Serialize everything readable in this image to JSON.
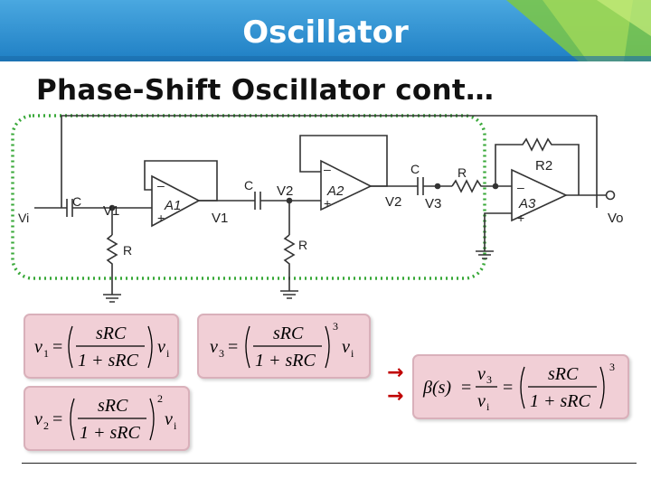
{
  "header": {
    "title": "Oscillator"
  },
  "subtitle": "Phase-Shift Oscillator cont…",
  "circuit": {
    "vi": "Vi",
    "c1": "C",
    "c2": "C",
    "c3": "C",
    "r1": "R",
    "r2": "R",
    "r3": "R",
    "rf": "R2",
    "v1a": "V1",
    "v1b": "V1",
    "v2a": "V2",
    "v2b": "V2",
    "v3": "V3",
    "vo": "Vo",
    "a1": "A1",
    "a2": "A2",
    "a3": "A3",
    "minus": "–",
    "plus": "+"
  },
  "equations": {
    "eq1": {
      "lhs": "v",
      "lhs_sub": "1",
      "num": "sRC",
      "den": "1 + sRC",
      "rhs": "v",
      "rhs_sub": "i",
      "power": ""
    },
    "eq2": {
      "lhs": "v",
      "lhs_sub": "2",
      "num": "sRC",
      "den": "1 + sRC",
      "rhs": "v",
      "rhs_sub": "i",
      "power": "2"
    },
    "eq3": {
      "lhs": "v",
      "lhs_sub": "3",
      "num": "sRC",
      "den": "1 + sRC",
      "rhs": "v",
      "rhs_sub": "i",
      "power": "3"
    },
    "beta": {
      "lhs": "β(s)",
      "mid_num": "v",
      "mid_num_sub": "3",
      "mid_den": "v",
      "mid_den_sub": "i",
      "num": "sRC",
      "den": "1 + sRC",
      "power": "3"
    }
  },
  "arrows": [
    "→",
    "→"
  ],
  "colors": {
    "banner": "#2b8fd0",
    "boxFill": "#f1cfd6",
    "dotted": "#38a838",
    "arrow": "#c00000"
  }
}
